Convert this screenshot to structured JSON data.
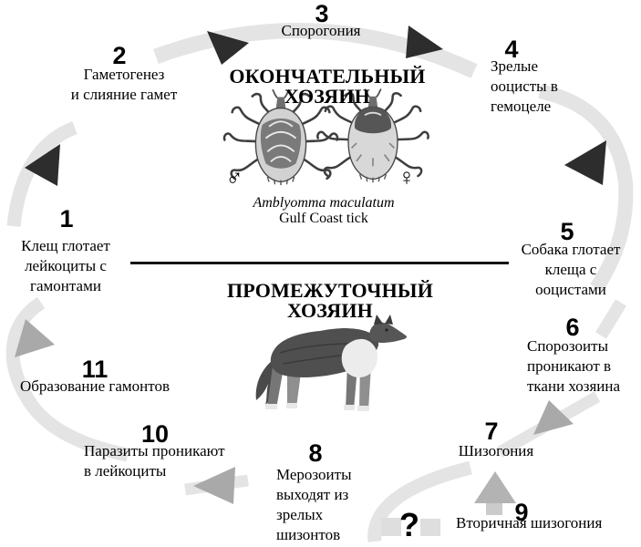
{
  "hosts": {
    "definitive": {
      "title": "ОКОНЧАТЕЛЬНЫЙ ХОЗЯИН",
      "species_latin": "Amblyomma maculatum",
      "species_common": "Gulf Coast tick",
      "male_symbol": "♂",
      "female_symbol": "♀"
    },
    "intermediate": {
      "title": "ПРОМЕЖУТОЧНЫЙ ХОЗЯИН"
    }
  },
  "uncertain_mark": "?",
  "steps": [
    {
      "num": "1",
      "lines": [
        "Клещ глотает",
        "лейкоциты с",
        "гамонтами"
      ]
    },
    {
      "num": "2",
      "lines": [
        "Гаметогенез",
        "и слияние гамет"
      ]
    },
    {
      "num": "3",
      "lines": [
        "Спорогония"
      ]
    },
    {
      "num": "4",
      "lines": [
        "Зрелые",
        "ооцисты в",
        "гемоцеле"
      ]
    },
    {
      "num": "5",
      "lines": [
        "Собака глотает",
        "клеща с",
        "ооцистами"
      ]
    },
    {
      "num": "6",
      "lines": [
        "Спорозоиты",
        "проникают в",
        "ткани хозяина"
      ]
    },
    {
      "num": "7",
      "lines": [
        "Шизогония"
      ]
    },
    {
      "num": "8",
      "lines": [
        "Мерозоиты",
        "выходят из",
        "зрелых",
        "шизонтов"
      ]
    },
    {
      "num": "9",
      "lines": [
        "Вторичная шизогония"
      ]
    },
    {
      "num": "10",
      "lines": [
        "Паразиты проникают",
        "в лейкоциты"
      ]
    },
    {
      "num": "11",
      "lines": [
        "Образование гамонтов"
      ]
    }
  ],
  "colors": {
    "band": "#e4e4e4",
    "dark_arrow": "#2d2d2d",
    "gray_arrow": "#a9a9a9",
    "block_arrow": "#b3b3b3",
    "block_arrow_stem": "#cbcbcb",
    "dash_square": "#dedede"
  }
}
